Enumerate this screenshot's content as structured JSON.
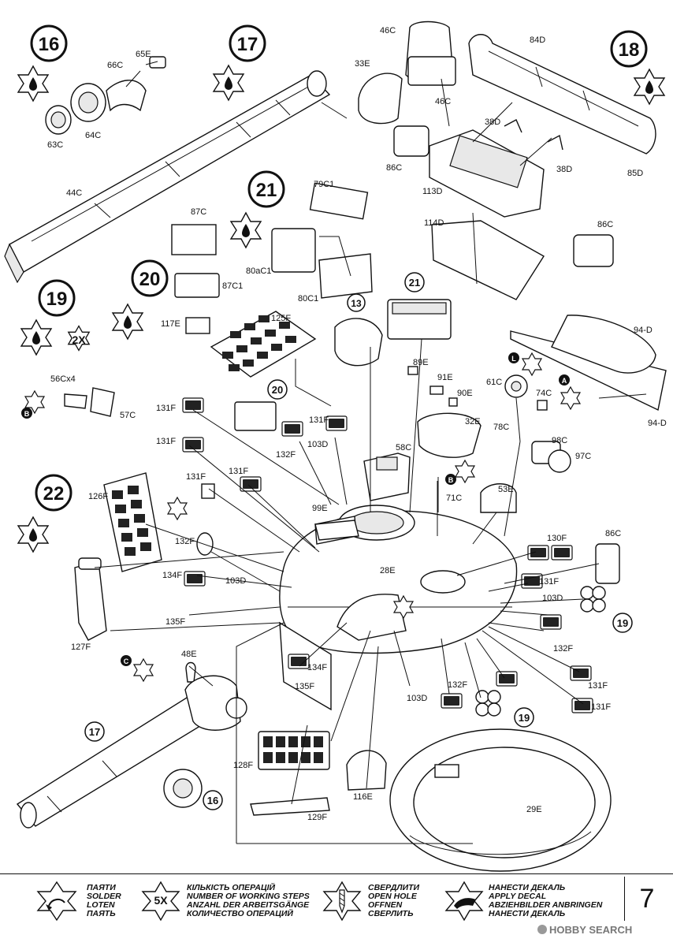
{
  "page_number": "7",
  "watermark": "HOBBY SEARCH",
  "steps": [
    {
      "num": "16",
      "id": "s16"
    },
    {
      "num": "17",
      "id": "s17"
    },
    {
      "num": "18",
      "id": "s18"
    },
    {
      "num": "19",
      "id": "s19"
    },
    {
      "num": "20",
      "id": "s20"
    },
    {
      "num": "21",
      "id": "s21"
    },
    {
      "num": "22",
      "id": "s22"
    }
  ],
  "callouts": {
    "c13": "13",
    "c20": "20",
    "c21": "21",
    "c19a": "19",
    "c19b": "19",
    "c17": "17",
    "c16": "16",
    "times2": "2X"
  },
  "badges": {
    "a": "A",
    "b1": "B",
    "b2": "B",
    "c": "C",
    "l": "L"
  },
  "parts": {
    "p46c_top": "46C",
    "p46c_bot": "46C",
    "p33e": "33E",
    "p84d": "84D",
    "p85d": "85D",
    "p38d_a": "38D",
    "p38d_b": "38D",
    "p86c_a": "86C",
    "p113d": "113D",
    "p114d": "114D",
    "p86c_b": "86C",
    "p94d_a": "94-D",
    "p94d_b": "94-D",
    "p65e": "65E",
    "p66c": "66C",
    "p63c": "63C",
    "p64c": "64C",
    "p44c": "44C",
    "p79c1": "79C1",
    "p87c": "87C",
    "p80ac1": "80aC1",
    "p80c1": "80C1",
    "p87c1": "87C1",
    "p117e": "117E",
    "p125f": "125F",
    "p56cx4": "56Cx4",
    "p57c": "57C",
    "p89e": "89E",
    "p91e": "91E",
    "p90e": "90E",
    "p32e": "32E",
    "p61c": "61C",
    "p74c": "74C",
    "p78c": "78C",
    "p98c": "98C",
    "p97c": "97C",
    "p131f_a": "131F",
    "p131f_b": "131F",
    "p131f_c": "131F",
    "p131f_d": "131F",
    "p131f_e": "131F",
    "p131f_f": "131F",
    "p131f_g": "131F",
    "p131f_h": "131F",
    "p132f_a": "132F",
    "p132f_b": "132F",
    "p132f_c": "132F",
    "p132f_d": "132F",
    "p103d_a": "103D",
    "p103d_b": "103D",
    "p103d_c": "103D",
    "p103d_d": "103D",
    "p58c": "58C",
    "p126f": "126F",
    "p99e": "99E",
    "p71c": "71C",
    "p53e": "53E",
    "p28e": "28E",
    "p130f": "130F",
    "p86c_c": "86C",
    "p134f_a": "134F",
    "p134f_b": "134F",
    "p135f_a": "135F",
    "p135f_b": "135F",
    "p127f": "127F",
    "p48e": "48E",
    "p128f": "128F",
    "p129f": "129F",
    "p116e": "116E",
    "p29e": "29E"
  },
  "legend": {
    "solder": [
      "ПАЯТИ",
      "SOLDER",
      "LOTEN",
      "ПАЯТЬ"
    ],
    "steps_count": "5X",
    "steps": [
      "КІЛЬКІСТЬ ОПЕРАЦІЙ",
      "NUMBER OF WORKING STEPS",
      "ANZAHL DER ARBEITSGÄNGE",
      "КОЛИЧЕСТВО ОПЕРАЦИЙ"
    ],
    "hole": [
      "СВЕРДЛИТИ",
      "OPEN HOLE",
      "OFFNEN",
      "СВЕРЛИТЬ"
    ],
    "decal": [
      "НАНЕСТИ ДЕКАЛЬ",
      "APPLY DECAL",
      "ABZIEHBILDER ANBRINGEN",
      "НАНЕСТИ ДЕКАЛЬ"
    ]
  }
}
